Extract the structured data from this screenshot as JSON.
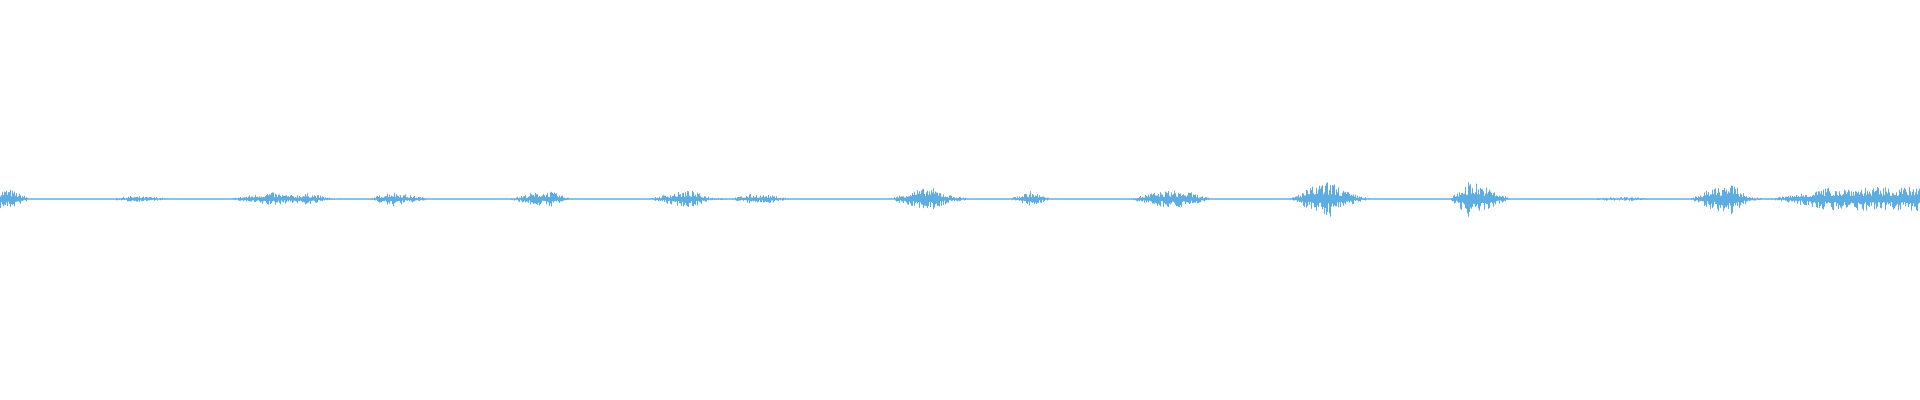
{
  "chart_data": {
    "type": "area",
    "title": "",
    "xlabel": "",
    "ylabel": "",
    "ylim": [
      -1,
      1
    ],
    "grid": false,
    "color": "#5dade2",
    "series": [
      {
        "envelope": [
          0.05,
          0.003,
          0.003,
          0.003,
          0.003,
          0.003,
          0.015,
          0.012,
          0.003,
          0.003,
          0.003,
          0.003,
          0.02,
          0.035,
          0.02,
          0.03,
          0.005,
          0.003,
          0.003,
          0.04,
          0.02,
          0.003,
          0.003,
          0.003,
          0.003,
          0.003,
          0.03,
          0.04,
          0.003,
          0.003,
          0.003,
          0.003,
          0.003,
          0.03,
          0.045,
          0.01,
          0.003,
          0.025,
          0.02,
          0.003,
          0.003,
          0.003,
          0.003,
          0.003,
          0.003,
          0.04,
          0.06,
          0.02,
          0.003,
          0.003,
          0.003,
          0.04,
          0.003,
          0.003,
          0.003,
          0.003,
          0.003,
          0.03,
          0.045,
          0.035,
          0.003,
          0.003,
          0.003,
          0.003,
          0.003,
          0.06,
          0.09,
          0.03,
          0.003,
          0.003,
          0.003,
          0.003,
          0.003,
          0.1,
          0.05,
          0.003,
          0.003,
          0.003,
          0.003,
          0.003,
          0.01,
          0.01,
          0.003,
          0.003,
          0.003,
          0.05,
          0.08,
          0.01,
          0.003,
          0.02,
          0.04,
          0.06,
          0.06,
          0.06,
          0.06,
          0.06
        ]
      }
    ]
  }
}
